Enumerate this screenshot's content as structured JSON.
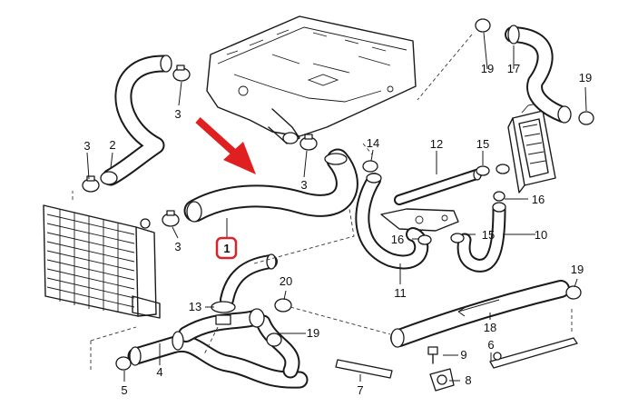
{
  "colors": {
    "highlight_fill": "#f7ee1f",
    "highlight_box": "#d9232a",
    "arrow": "#e02020",
    "line": "#1a1a1a"
  },
  "callouts": [
    {
      "id": "c1",
      "text": "1",
      "highlighted": true
    },
    {
      "id": "c2",
      "text": "2"
    },
    {
      "id": "c3a",
      "text": "3"
    },
    {
      "id": "c3b",
      "text": "3"
    },
    {
      "id": "c3c",
      "text": "3"
    },
    {
      "id": "c3d",
      "text": "3"
    },
    {
      "id": "c4",
      "text": "4"
    },
    {
      "id": "c5",
      "text": "5"
    },
    {
      "id": "c6",
      "text": "6"
    },
    {
      "id": "c7",
      "text": "7"
    },
    {
      "id": "c8",
      "text": "8"
    },
    {
      "id": "c9",
      "text": "9"
    },
    {
      "id": "c10",
      "text": "10"
    },
    {
      "id": "c11",
      "text": "11"
    },
    {
      "id": "c12",
      "text": "12"
    },
    {
      "id": "c13",
      "text": "13"
    },
    {
      "id": "c14",
      "text": "14"
    },
    {
      "id": "c15a",
      "text": "15"
    },
    {
      "id": "c15b",
      "text": "15"
    },
    {
      "id": "c16a",
      "text": "16"
    },
    {
      "id": "c16b",
      "text": "16"
    },
    {
      "id": "c17",
      "text": "17"
    },
    {
      "id": "c18",
      "text": "18"
    },
    {
      "id": "c19a",
      "text": "19"
    },
    {
      "id": "c19b",
      "text": "19"
    },
    {
      "id": "c19c",
      "text": "19"
    },
    {
      "id": "c19d",
      "text": "19"
    },
    {
      "id": "c20",
      "text": "20"
    }
  ]
}
